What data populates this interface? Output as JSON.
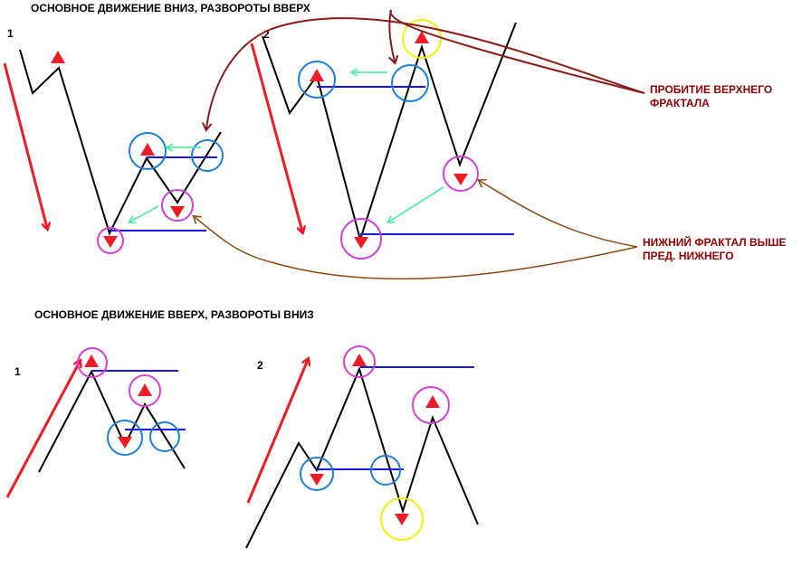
{
  "top_section": {
    "title": "ОСНОВНОЕ ДВИЖЕНИЕ ВНИЗ, РАЗВОРОТЫ ВВЕРХ",
    "diagram1_label": "1",
    "diagram2_label": "2"
  },
  "bottom_section": {
    "title": "ОСНОВНОЕ ДВИЖЕНИЕ ВВЕРХ, РАЗВОРОТЫ ВНИЗ",
    "diagram1_label": "1",
    "diagram2_label": "2"
  },
  "annotations": {
    "upper_fractal_breakout_line1": "ПРОБИТИЕ ВЕРХНЕГО",
    "upper_fractal_breakout_line2": "ФРАКТАЛА",
    "lower_fractal_higher_line1": "НИЖНИЙ ФРАКТАЛ ВЫШЕ",
    "lower_fractal_higher_line2": "ПРЕД. НИЖНЕГО"
  },
  "colors": {
    "price_line": "#000000",
    "trend_arrow": "#ee1c24",
    "fractal_marker": "#ee1c24",
    "level_line": "#1a1adc",
    "blue_circle": "#1e7fd8",
    "magenta_circle": "#d43fd4",
    "yellow_circle": "#f2f20a",
    "green_arrow": "#3de89a",
    "brown_curve": "#8b1a1a",
    "brown_curve_2": "#8b4a14",
    "annotation_text": "#8b0000"
  }
}
